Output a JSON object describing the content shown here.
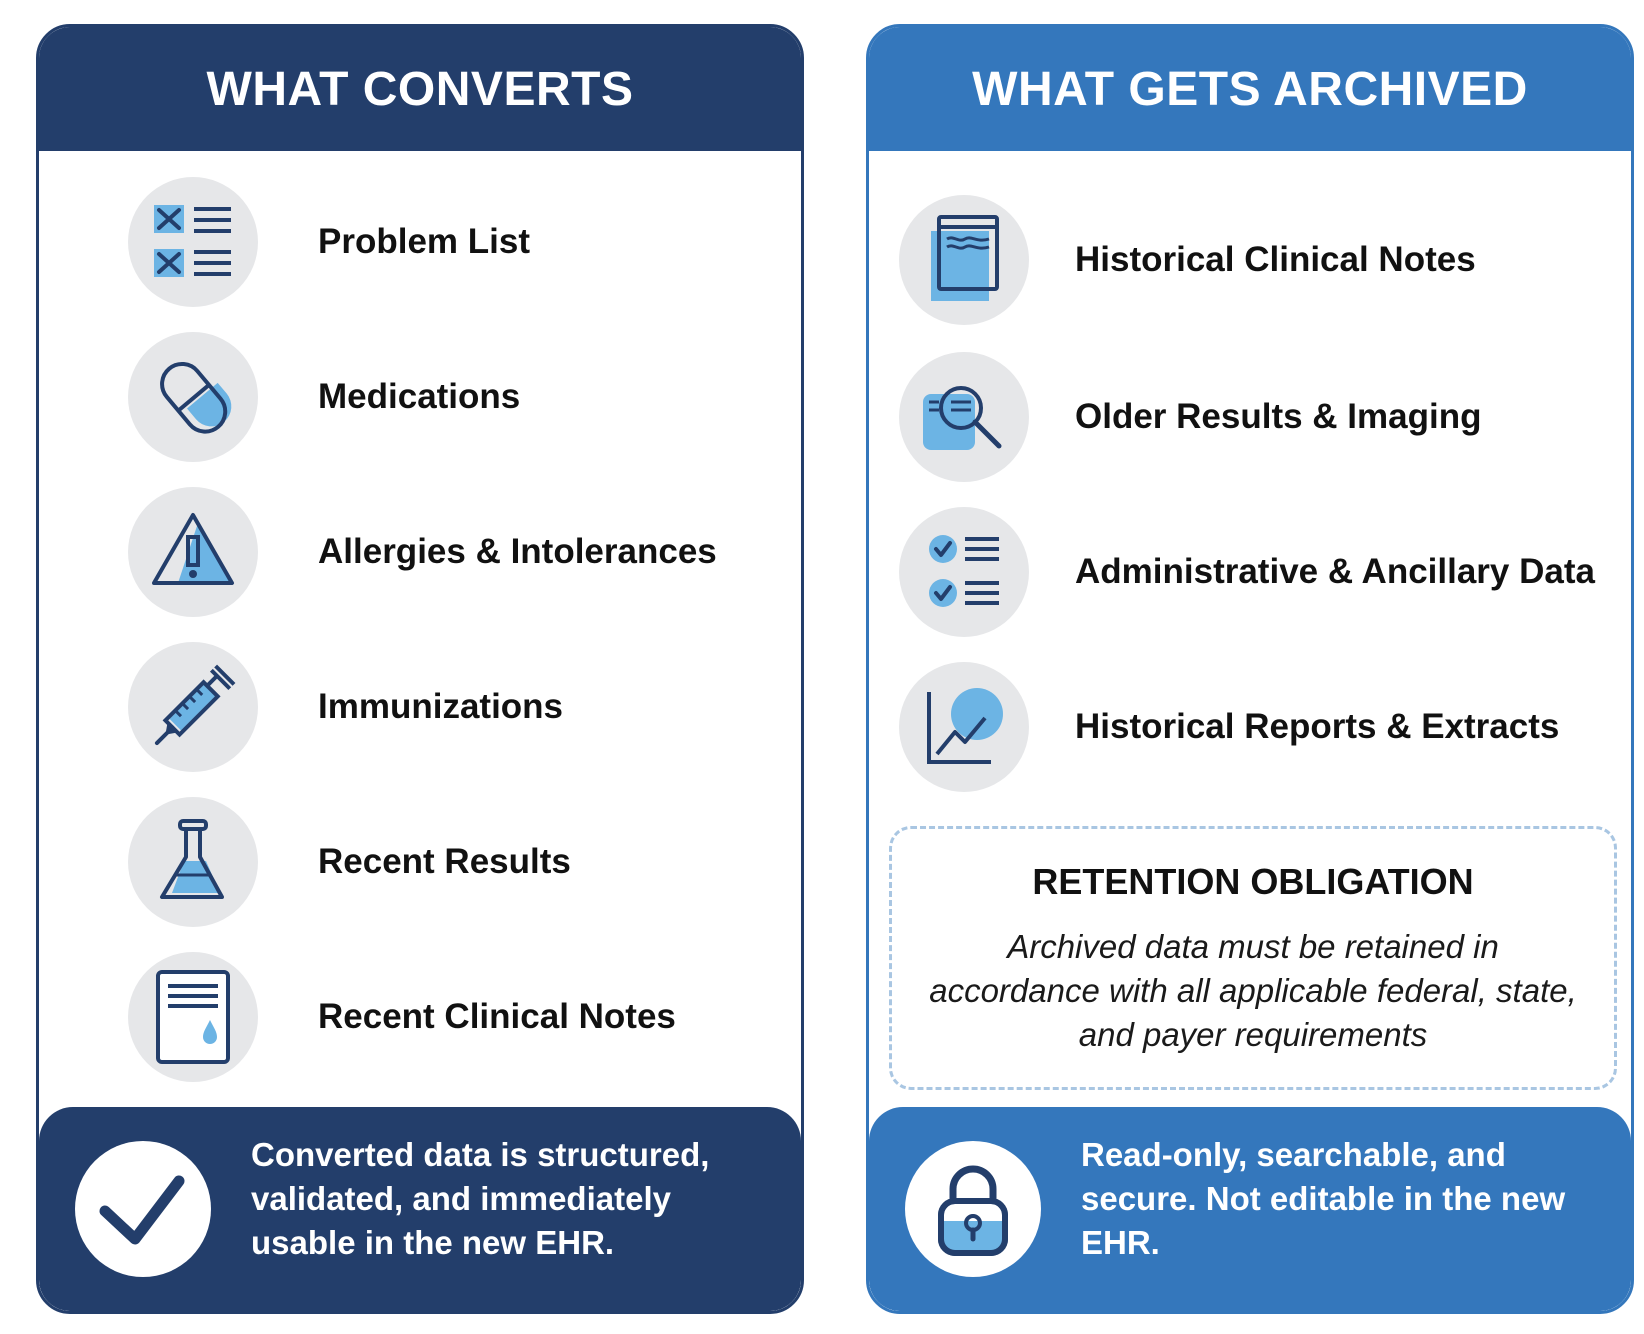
{
  "colors": {
    "navy": "#233e6b",
    "blue": "#3477bc",
    "light_blue": "#6cb4e4",
    "icon_bg": "#e6e7e9"
  },
  "converts": {
    "title": "WHAT CONVERTS",
    "items": [
      {
        "label": "Problem List",
        "icon": "checklist-x-icon"
      },
      {
        "label": "Medications",
        "icon": "capsule-icon"
      },
      {
        "label": "Allergies & Intolerances",
        "icon": "warning-triangle-icon"
      },
      {
        "label": "Immunizations",
        "icon": "syringe-icon"
      },
      {
        "label": "Recent Results",
        "icon": "flask-icon"
      },
      {
        "label": "Recent Clinical Notes",
        "icon": "clinical-note-icon"
      }
    ],
    "footer": {
      "text": "Converted data is structured, validated, and immediately usable in the new EHR.",
      "icon": "checkmark-icon"
    }
  },
  "archived": {
    "title": "WHAT GETS ARCHIVED",
    "items": [
      {
        "label": "Historical Clinical Notes",
        "icon": "notebook-icon"
      },
      {
        "label": "Older Results & Imaging",
        "icon": "magnifier-document-icon"
      },
      {
        "label": "Administrative & Ancillary Data",
        "icon": "checklist-icon"
      },
      {
        "label": "Historical Reports & Extracts",
        "icon": "line-chart-icon"
      }
    ],
    "retention": {
      "title": "RETENTION OBLIGATION",
      "text": "Archived data must be retained in accordance with all applicable federal, state, and payer requirements"
    },
    "footer": {
      "text": "Read-only, searchable, and secure. Not editable in the new EHR.",
      "icon": "padlock-icon"
    }
  }
}
